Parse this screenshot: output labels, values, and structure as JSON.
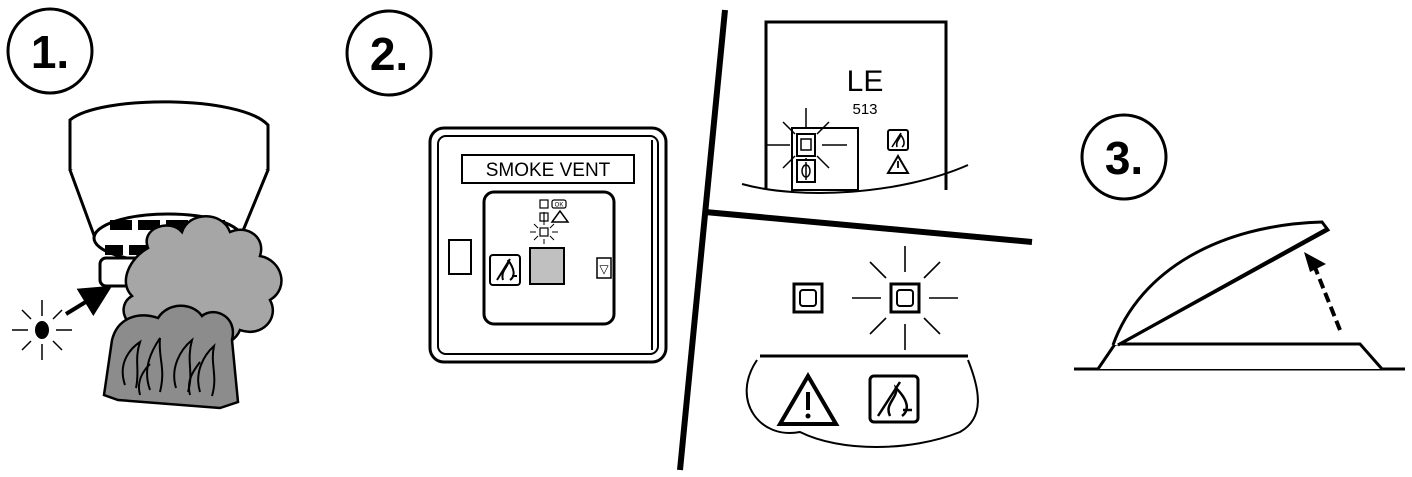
{
  "steps": [
    {
      "number": "1."
    },
    {
      "number": "2."
    },
    {
      "number": "3."
    }
  ],
  "control_panel": {
    "title": "SMOKE VENT",
    "ok_label": "OK",
    "down_symbol": "▽"
  },
  "detail_panel": {
    "model": "LE",
    "model_number": "513"
  },
  "colors": {
    "line": "#000000",
    "smoke": "#a6a6a6",
    "fire": "#8c8c8c",
    "button_fill": "#c0c0c0",
    "background": "#ffffff"
  },
  "icons": [
    "smoke-detector-icon",
    "smoke-cloud-icon",
    "fire-icon",
    "indicator-light-icon",
    "arrow-icon",
    "warning-triangle-icon",
    "fire-vent-icon",
    "roof-vent-icon"
  ]
}
